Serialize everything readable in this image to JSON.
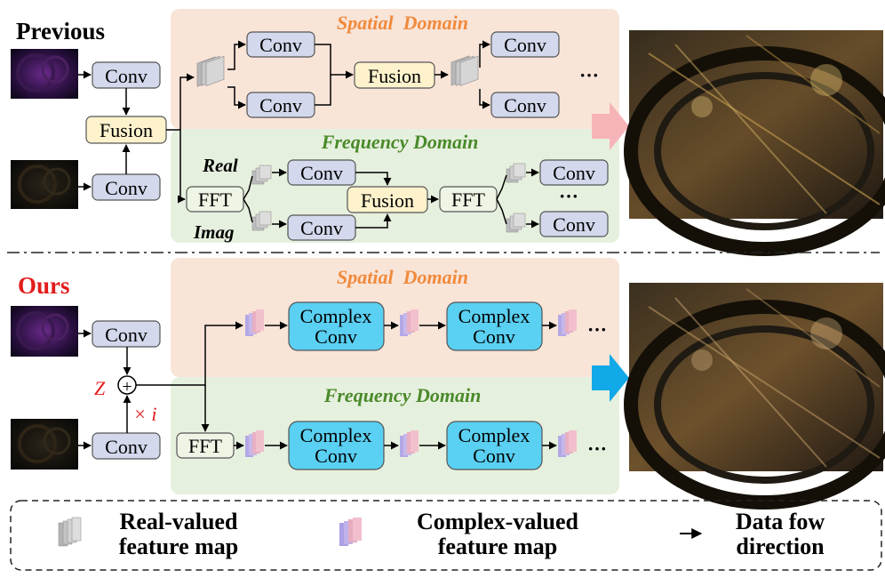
{
  "previous": {
    "title": "Previous",
    "spatial_title": "Spatial  Domain",
    "frequency_title": "Frequency Domain",
    "conv": "Conv",
    "fusion": "Fusion",
    "fft": "FFT",
    "real": "Real",
    "imag": "Imag",
    "dots": "···"
  },
  "ours": {
    "title": "Ours",
    "spatial_title": "Spatial  Domain",
    "frequency_title": "Frequency Domain",
    "conv": "Conv",
    "fft": "FFT",
    "complex_line1": "Complex",
    "complex_line2": "Conv",
    "z": "Z",
    "plus": "+",
    "times_i": "× i",
    "dots": "···"
  },
  "legend": {
    "real_line1": "Real-valued",
    "real_line2": "feature map",
    "complex_line1": "Complex-valued",
    "complex_line2": "feature map",
    "flow_line1": "Data fow",
    "flow_line2": "direction"
  },
  "colors": {
    "spatial_bg": "#f9e4d8",
    "frequency_bg": "#e6f0de",
    "conv_fill": "#d3d8ec",
    "fusion_fill": "#fdf2cc",
    "fft_fill": "#eef5e4",
    "complex_fill": "#5ad0f2",
    "orange_title": "#f08a3c",
    "green_title": "#4a8a2a",
    "red": "#e31b1b",
    "pink_arrow": "#f7b4b8",
    "blue_arrow": "#12a9e8"
  }
}
